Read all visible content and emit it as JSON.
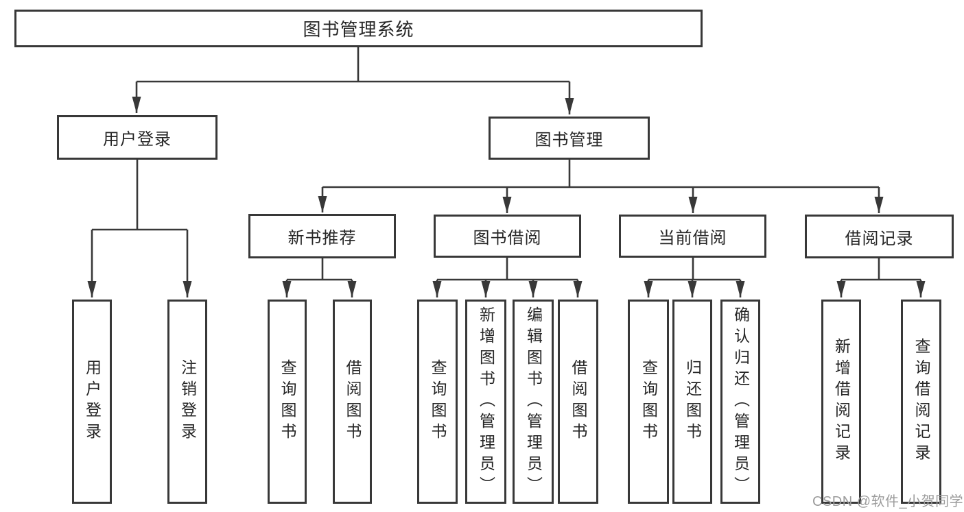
{
  "title": {
    "label": "图书管理系统"
  },
  "user_login_branch": {
    "label": "用户登录",
    "children": [
      {
        "label": "用户登录"
      },
      {
        "label": "注销登录"
      }
    ]
  },
  "book_mgmt_branch": {
    "label": "图书管理",
    "groups": [
      {
        "label": "新书推荐",
        "children": [
          {
            "label": "查询图书"
          },
          {
            "label": "借阅图书"
          }
        ]
      },
      {
        "label": "图书借阅",
        "children": [
          {
            "label": "查询图书"
          },
          {
            "label": "新增图书（管理员）"
          },
          {
            "label": "编辑图书（管理员）"
          },
          {
            "label": "借阅图书"
          }
        ]
      },
      {
        "label": "当前借阅",
        "children": [
          {
            "label": "查询图书"
          },
          {
            "label": "归还图书"
          },
          {
            "label": "确认归还（管理员）"
          }
        ]
      },
      {
        "label": "借阅记录",
        "children": [
          {
            "label": "新增借阅记录"
          },
          {
            "label": "查询借阅记录"
          }
        ]
      }
    ]
  },
  "watermark": {
    "text": "CSDN @软件_小贺同学"
  },
  "colors": {
    "line": "#383838",
    "text": "#262626",
    "watermark": "#9c9c9c",
    "background": "#ffffff"
  }
}
